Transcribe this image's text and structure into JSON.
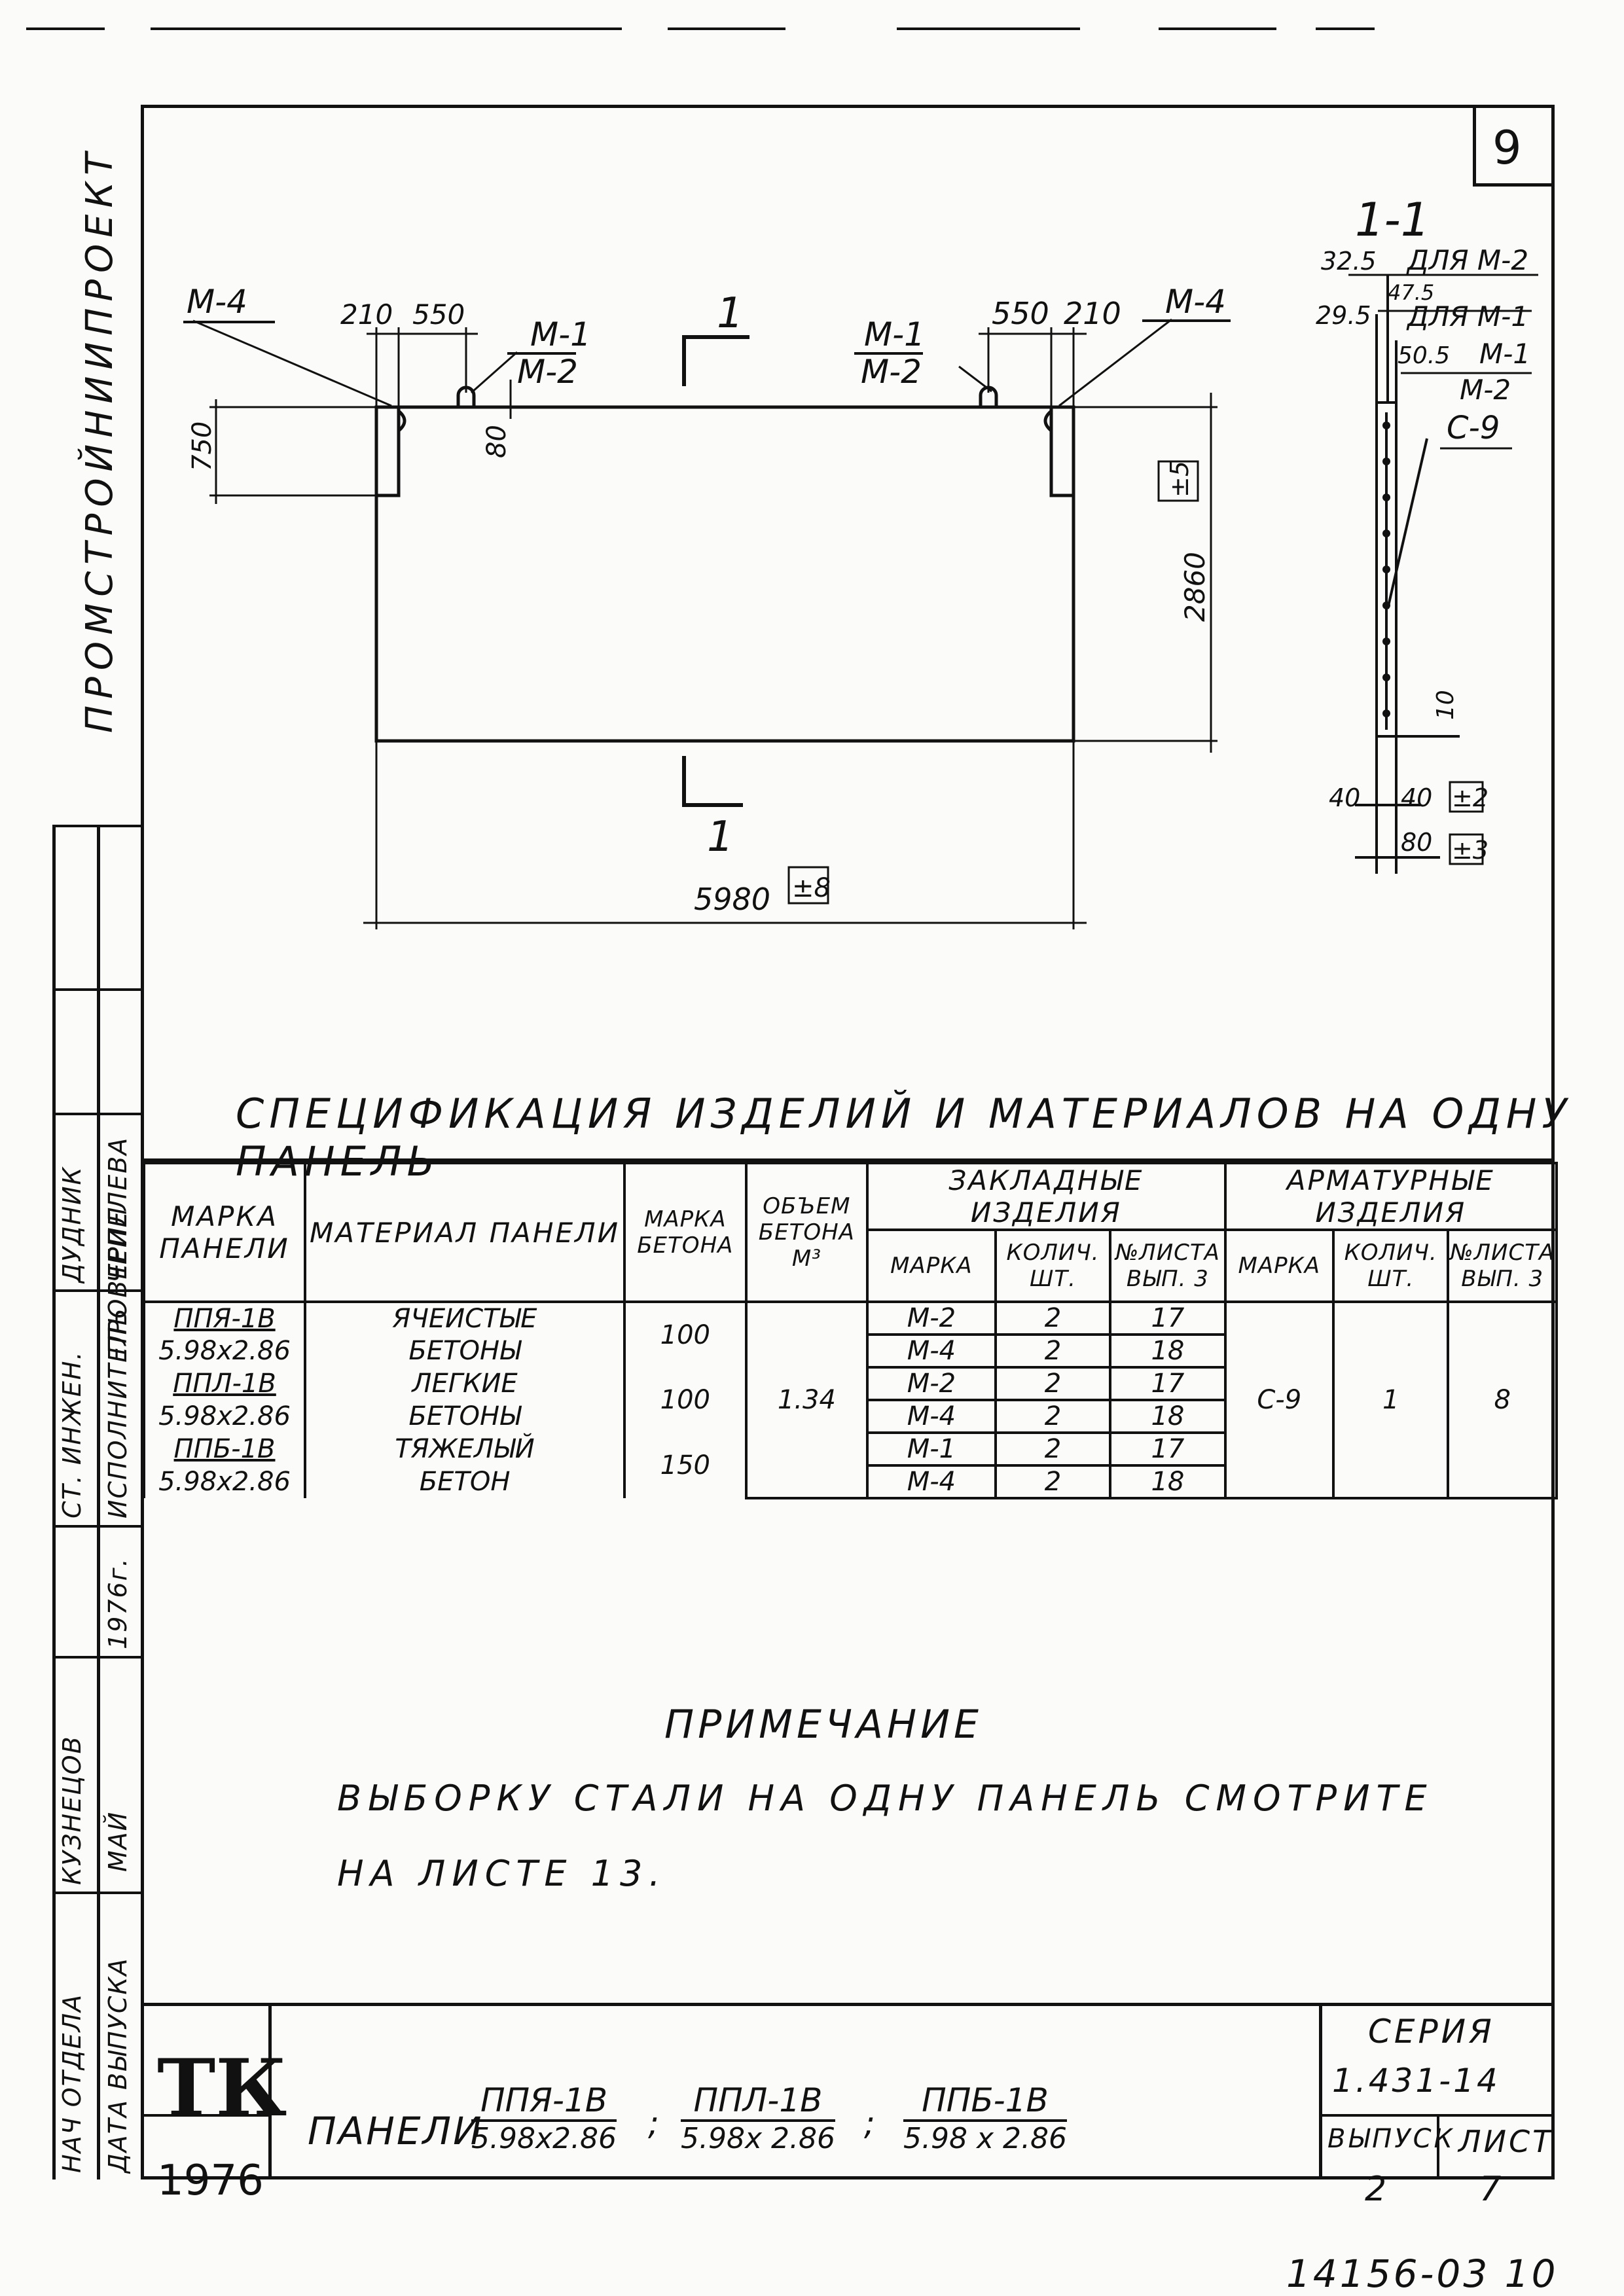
{
  "sheet_number": "9",
  "organization": "ПРОМСТРОЙНИИПРОЕКТ",
  "drawing": {
    "labels": {
      "m4_left": "М-4",
      "m4_right": "М-4",
      "m1": "М-1",
      "m2": "М-2",
      "m1_right": "М-1",
      "m2_right": "М-2",
      "d210": "210",
      "d550": "550",
      "d550r": "550",
      "d210r": "210",
      "d750": "750",
      "d80": "80",
      "d2860": "2860",
      "tol5": "±5",
      "d5980": "5980",
      "tol8": "±8",
      "section_mark_top": "1",
      "section_mark_bottom": "1",
      "section_title": "1-1",
      "sec_32_5": "32.5",
      "sec_for_m2": "ДЛЯ М-2",
      "sec_47_5": "47.5",
      "sec_29_5": "29.5",
      "sec_for_m1": "ДЛЯ М-1",
      "sec_50_5": "50.5",
      "sec_m1": "М-1",
      "sec_m2": "М-2",
      "sec_c9": "С-9",
      "sec_10": "10",
      "sec_40a": "40",
      "sec_40b": "40",
      "sec_tol2": "±2",
      "sec_80": "80",
      "sec_tol3": "±3"
    }
  },
  "spec": {
    "title": "СПЕЦИФИКАЦИЯ ИЗДЕЛИЙ И МАТЕРИАЛОВ НА ОДНУ ПАНЕЛЬ",
    "headers": {
      "panel_mark": "МАРКА ПАНЕЛИ",
      "panel_material": "МАТЕРИАЛ ПАНЕЛИ",
      "concrete_grade": "МАРКА БЕТОНА",
      "concrete_volume": "ОБЪЕМ БЕТОНА М³",
      "embedded": "ЗАКЛАДНЫЕ ИЗДЕЛИЯ",
      "reinforcement": "АРМАТУРНЫЕ ИЗДЕЛИЯ",
      "mark": "МАРКА",
      "qty": "КОЛИЧ. ШТ.",
      "sheet_no": "№ЛИСТА ВЫП. 3",
      "mark2": "МАРКА",
      "qty2": "КОЛИЧ. ШТ.",
      "sheet_no2": "№ЛИСТА ВЫП. 3"
    },
    "rows": [
      {
        "panel_num": "ППЯ-1В",
        "panel_den": "5.98х2.86",
        "material_1": "ЯЧЕИСТЫЕ",
        "material_2": "БЕТОНЫ",
        "grade": "100",
        "items": [
          {
            "mark": "М-2",
            "qty": "2",
            "sheet": "17"
          },
          {
            "mark": "М-4",
            "qty": "2",
            "sheet": "18"
          }
        ]
      },
      {
        "panel_num": "ППЛ-1В",
        "panel_den": "5.98х2.86",
        "material_1": "ЛЕГКИЕ",
        "material_2": "БЕТОНЫ",
        "grade": "100",
        "items": [
          {
            "mark": "М-2",
            "qty": "2",
            "sheet": "17"
          },
          {
            "mark": "М-4",
            "qty": "2",
            "sheet": "18"
          }
        ]
      },
      {
        "panel_num": "ППБ-1В",
        "panel_den": "5.98х2.86",
        "material_1": "ТЯЖЕЛЫЙ",
        "material_2": "БЕТОН",
        "grade": "150",
        "items": [
          {
            "mark": "М-1",
            "qty": "2",
            "sheet": "17"
          },
          {
            "mark": "М-4",
            "qty": "2",
            "sheet": "18"
          }
        ]
      }
    ],
    "volume": "1.34",
    "reinforcement": {
      "mark": "С-9",
      "qty": "1",
      "sheet": "8"
    }
  },
  "note": {
    "title": "ПРИМЕЧАНИЕ",
    "line1": "ВЫБОРКУ СТАЛИ НА ОДНУ ПАНЕЛЬ СМОТРИТЕ",
    "line2": "НА ЛИСТЕ 13."
  },
  "side_stamp": {
    "head_of_dept": "НАЧ ОТДЕЛА",
    "kuznetsov": "КУЗНЕЦОВ",
    "issue_date": "ДАТА ВЫПУСКА",
    "month": "МАЙ",
    "year": "1976г.",
    "chief_eng": "СТ. ИНЖЕН.",
    "executor": "ИСПОЛНИТЕЛЬ",
    "dudnik": "ДУДНИК",
    "checked": "ПРОВЕРИЛ",
    "chepeleva": "ЧЕПЕЛЕВА"
  },
  "title_block": {
    "tk": "ТК",
    "year": "1976",
    "prefix": "ПАНЕЛИ",
    "p1_num": "ППЯ-1В",
    "p1_den": "5.98х2.86",
    "sep": ";",
    "p2_num": "ППЛ-1В",
    "p2_den": "5.98х 2.86",
    "p3_num": "ППБ-1В",
    "p3_den": "5.98 х 2.86",
    "series_label": "СЕРИЯ",
    "series_value": "1.431-14",
    "issue_label": "ВЫПУСК",
    "issue_value": "2",
    "sheet_label": "ЛИСТ",
    "sheet_value": "7"
  },
  "bottom_code": "14156-03 10"
}
